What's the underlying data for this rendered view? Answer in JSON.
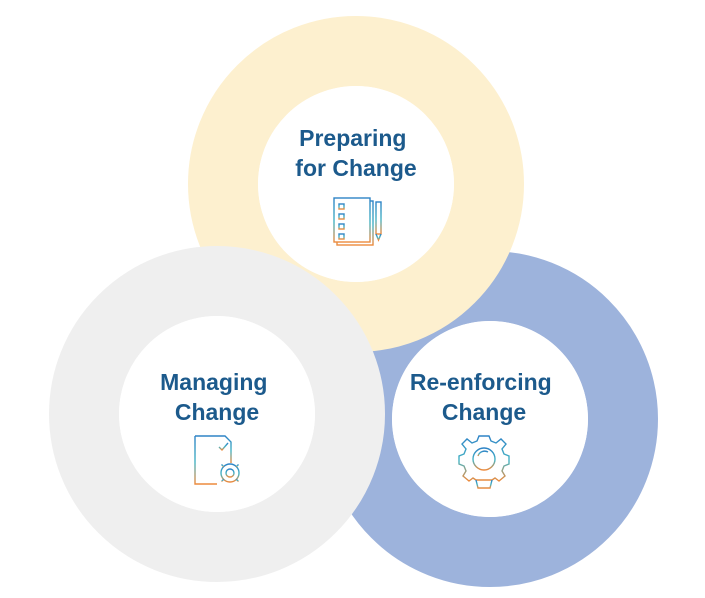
{
  "stages": [
    {
      "id": "preparing",
      "lines": [
        "Preparing",
        "for Change"
      ],
      "ring_color": "#fdf0cf",
      "icon": "checklist-document-icon"
    },
    {
      "id": "managing",
      "lines": [
        "Managing",
        "Change"
      ],
      "ring_color": "#efefef",
      "icon": "document-gear-icon"
    },
    {
      "id": "reenforcing",
      "lines": [
        "Re-enforcing",
        "Change"
      ],
      "ring_color": "#9db3dc",
      "icon": "gear-lightbulb-icon"
    }
  ],
  "colors": {
    "label": "#1c5a8c",
    "icon_blue": "#2e83c6",
    "icon_orange": "#ee8a3b",
    "icon_teal": "#45b4c4"
  }
}
